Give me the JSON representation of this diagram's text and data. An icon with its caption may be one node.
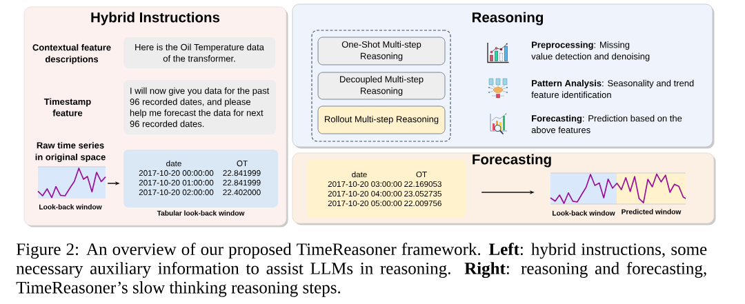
{
  "diagram": {
    "caption": "Figure 2: An overview of our proposed TimeReasoner framework. **Left**: hybrid instructions, some necessary auxiliary information to assist LLMs in reasoning. **Right**: reasoning and forecasting, TimeReasoner’s slow thinking reasoning steps.",
    "nodes": [
      {
        "text": [
          "Hybrid Instructions"
        ]
      },
      {
        "text": [
          "Here is the Oil Temperature data of the transformer."
        ],
        "in": 0,
        "beside": [
          "Contextual feature descriptions"
        ]
      },
      {
        "text": [
          "I will now give you data for the past 96 recorded dates, and please help me forecast the data for next 96 recorded dates."
        ],
        "in": 0,
        "beside": [
          "Timestamp feature"
        ]
      },
      {
        "text": [],
        "shape": "picture",
        "in": 0,
        "beside": [
          "Raw time series in original space",
          "Look-back window"
        ]
      },
      {
        "text": [
          "date",
          "OT",
          "2017-10-20 00:00:00",
          "22.841999",
          "2017-10-20 01:00:00",
          "22.841999",
          "2017-10-20 02:00:00",
          "22.402000"
        ],
        "in": 0,
        "beside": [
          "Tabular look-back window"
        ]
      },
      {
        "text": [
          "Reasoning"
        ]
      },
      {
        "text": [],
        "shape": "box",
        "in": 5
      },
      {
        "text": [
          "One-Shot Multi-step Reasoning"
        ],
        "in": 6
      },
      {
        "text": [
          "Decoupled Multi-step Reasoning"
        ],
        "in": 6
      },
      {
        "text": [
          "Rollout Multi-step Reasoning"
        ],
        "in": 6
      },
      {
        "text": [
          "Forecasting"
        ]
      },
      {
        "text": [
          "date",
          "OT",
          "2017-10-20 03:00:00",
          "22.169053",
          "2017-10-20 04:00:00",
          "23.052735",
          "2017-10-20 05:00:00",
          "22.009756"
        ],
        "in": 10
      },
      {
        "text": [],
        "shape": "picture",
        "in": 10,
        "beside": [
          "Look-back window",
          "Predicted window"
        ]
      }
    ],
    "edges": [
      {
        "from": 3,
        "to": 4,
        "arrow": "to"
      },
      {
        "from": 11,
        "to": 12,
        "arrow": "to"
      }
    ],
    "labels": [
      "**Preprocessing**: Missing value detection and denoising",
      "**Pattern Analysis**: Seasonality and trend feature identification",
      "**Forecasting**: Prediction based on the above features"
    ]
  }
}
